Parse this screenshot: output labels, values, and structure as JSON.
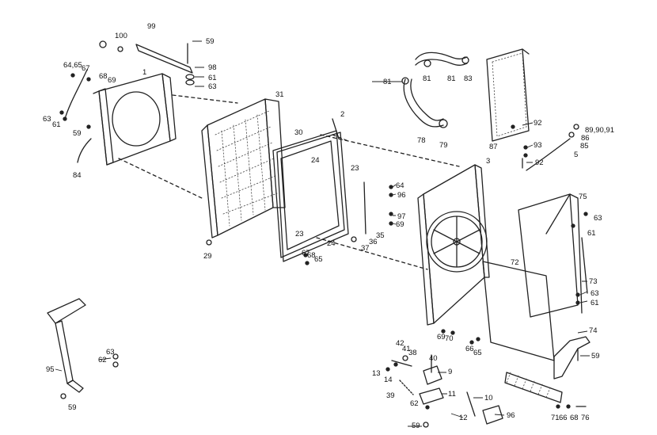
{
  "callouts": [
    "1",
    "2",
    "3",
    "5",
    "9",
    "10",
    "11",
    "12",
    "13",
    "14",
    "23",
    "23",
    "24",
    "24",
    "29",
    "30",
    "31",
    "35",
    "36",
    "37",
    "38",
    "39",
    "40",
    "41",
    "42",
    "59",
    "59",
    "59",
    "59",
    "59",
    "61",
    "61",
    "61",
    "61",
    "62",
    "62",
    "63",
    "63",
    "63",
    "63",
    "63",
    "64",
    "64,65",
    "65",
    "65",
    "66",
    "66",
    "67",
    "67",
    "68",
    "68",
    "68",
    "69",
    "69",
    "69",
    "70",
    "71",
    "72",
    "73",
    "74",
    "75",
    "76",
    "78",
    "79",
    "81",
    "81",
    "81",
    "83",
    "84",
    "85",
    "86",
    "87",
    "89,90,91",
    "92",
    "92",
    "93",
    "95",
    "96",
    "96",
    "97",
    "98",
    "99",
    "100"
  ]
}
